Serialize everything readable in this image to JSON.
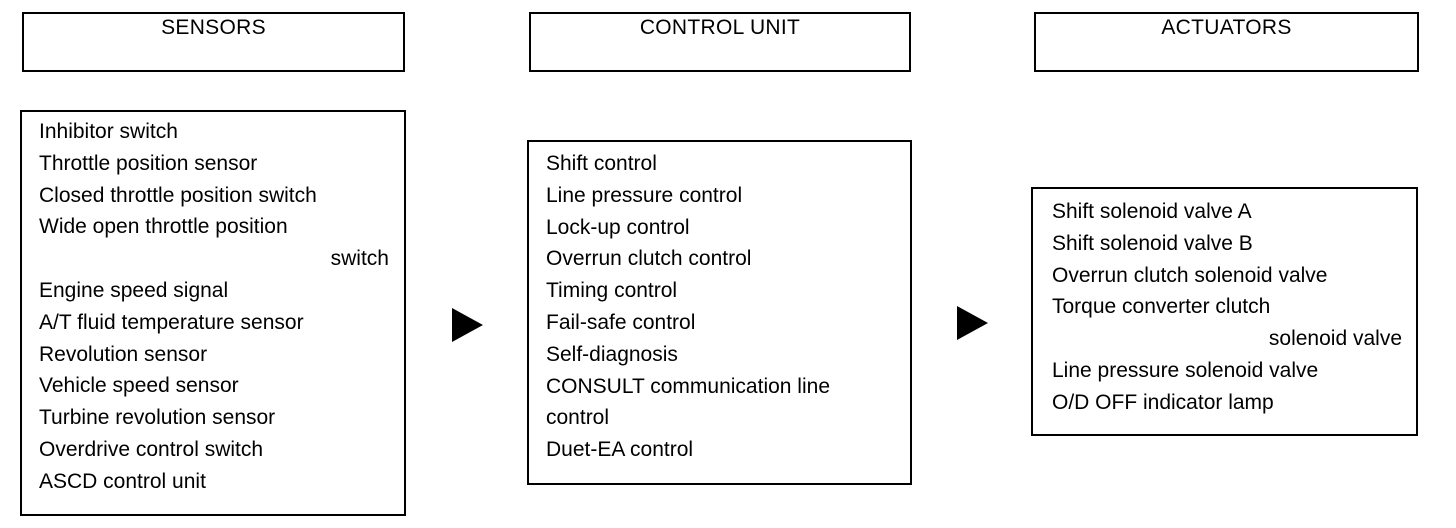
{
  "sensors": {
    "title": "SENSORS",
    "items": [
      "Inhibitor switch",
      "Throttle position sensor",
      "Closed throttle position switch",
      "Wide open throttle position",
      "switch",
      "Engine speed signal",
      "A/T fluid temperature sensor",
      "Revolution sensor",
      "Vehicle speed sensor",
      "Turbine revolution sensor",
      "Overdrive control switch",
      "ASCD control unit"
    ]
  },
  "control_unit": {
    "title": "CONTROL UNIT",
    "items": [
      "Shift control",
      "Line pressure control",
      "Lock-up control",
      "Overrun clutch control",
      "Timing control",
      "Fail-safe control",
      "Self-diagnosis",
      "CONSULT communication line",
      "control",
      "Duet-EA control"
    ]
  },
  "actuators": {
    "title": "ACTUATORS",
    "items": [
      "Shift solenoid valve A",
      "Shift solenoid valve B",
      "Overrun clutch solenoid valve",
      "Torque converter clutch",
      "solenoid valve",
      "Line pressure solenoid valve",
      "O/D OFF indicator lamp"
    ]
  }
}
